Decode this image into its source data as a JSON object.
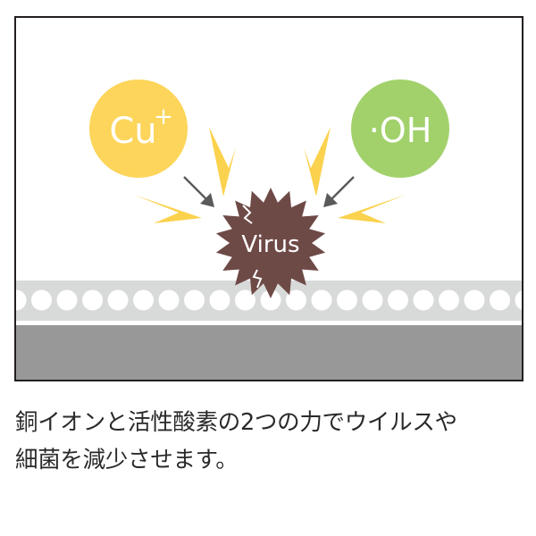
{
  "diagram": {
    "particles": [
      {
        "id": "copper-ion",
        "label": "Cu",
        "superscript": "+",
        "color": "#fcd55a"
      },
      {
        "id": "hydroxyl-radical",
        "label": "·OH",
        "color": "#a2d16c"
      }
    ],
    "target": {
      "label": "Virus",
      "color": "#6e4a47"
    },
    "colors": {
      "flash": "#fbd24e",
      "arrow": "#5a5a5c",
      "coating_layer": "#d8dad9",
      "coating_pores": "#ffffff",
      "substrate": "#989898",
      "frame_border": "#231f1e"
    }
  },
  "caption": {
    "line1": "銅イオンと活性酸素の2つの力でウイルスや",
    "line2": "細菌を減少させます。"
  }
}
